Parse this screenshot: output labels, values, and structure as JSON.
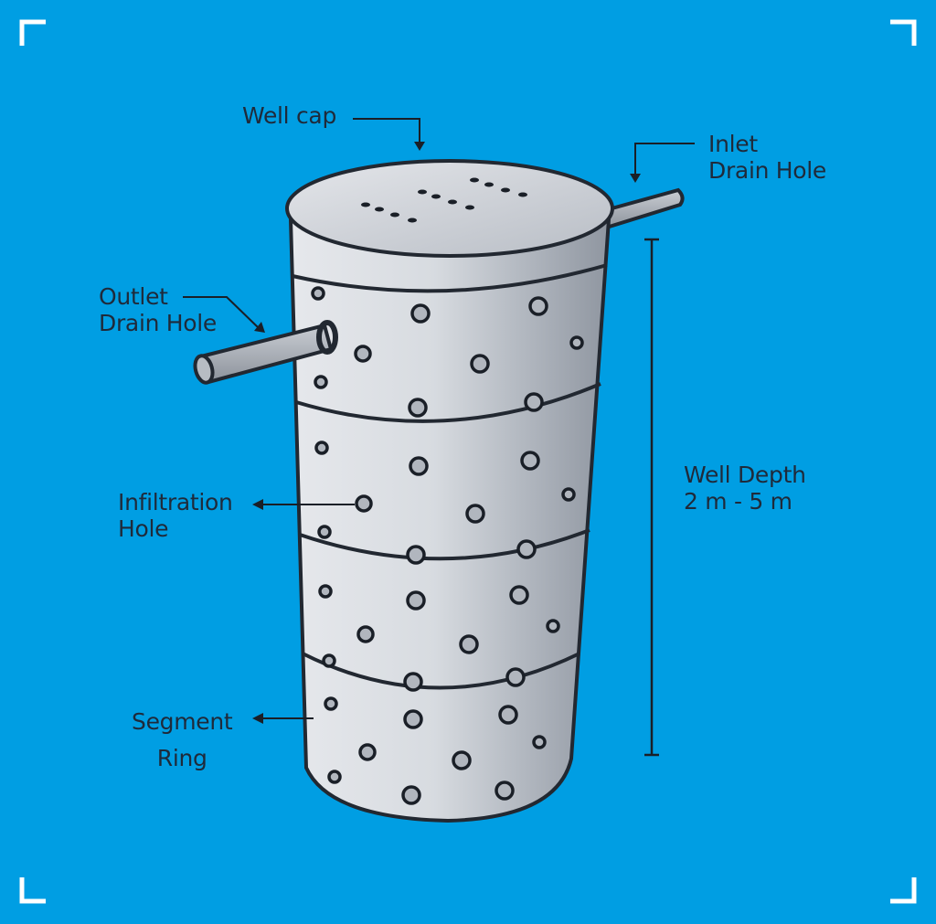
{
  "diagram": {
    "type": "infiltration-well-cutaway",
    "background_color": "#009ee3",
    "text_color": "#1f2a3a",
    "body_color": "#d9dde2",
    "outline_color": "#222831",
    "corner_bracket_color": "#ffffff"
  },
  "labels": {
    "well_cap": "Well cap",
    "inlet": {
      "line1": "Inlet",
      "line2": "Drain Hole"
    },
    "outlet": {
      "line1": "Outlet",
      "line2": "Drain Hole"
    },
    "well_depth": {
      "line1": "Well Depth",
      "line2": "2 m - 5 m"
    },
    "infiltration": {
      "line1": "Infiltration",
      "line2": "Hole"
    },
    "segment": {
      "line1": "Segment",
      "line2": "Ring"
    }
  },
  "segments": {
    "count": 4
  }
}
